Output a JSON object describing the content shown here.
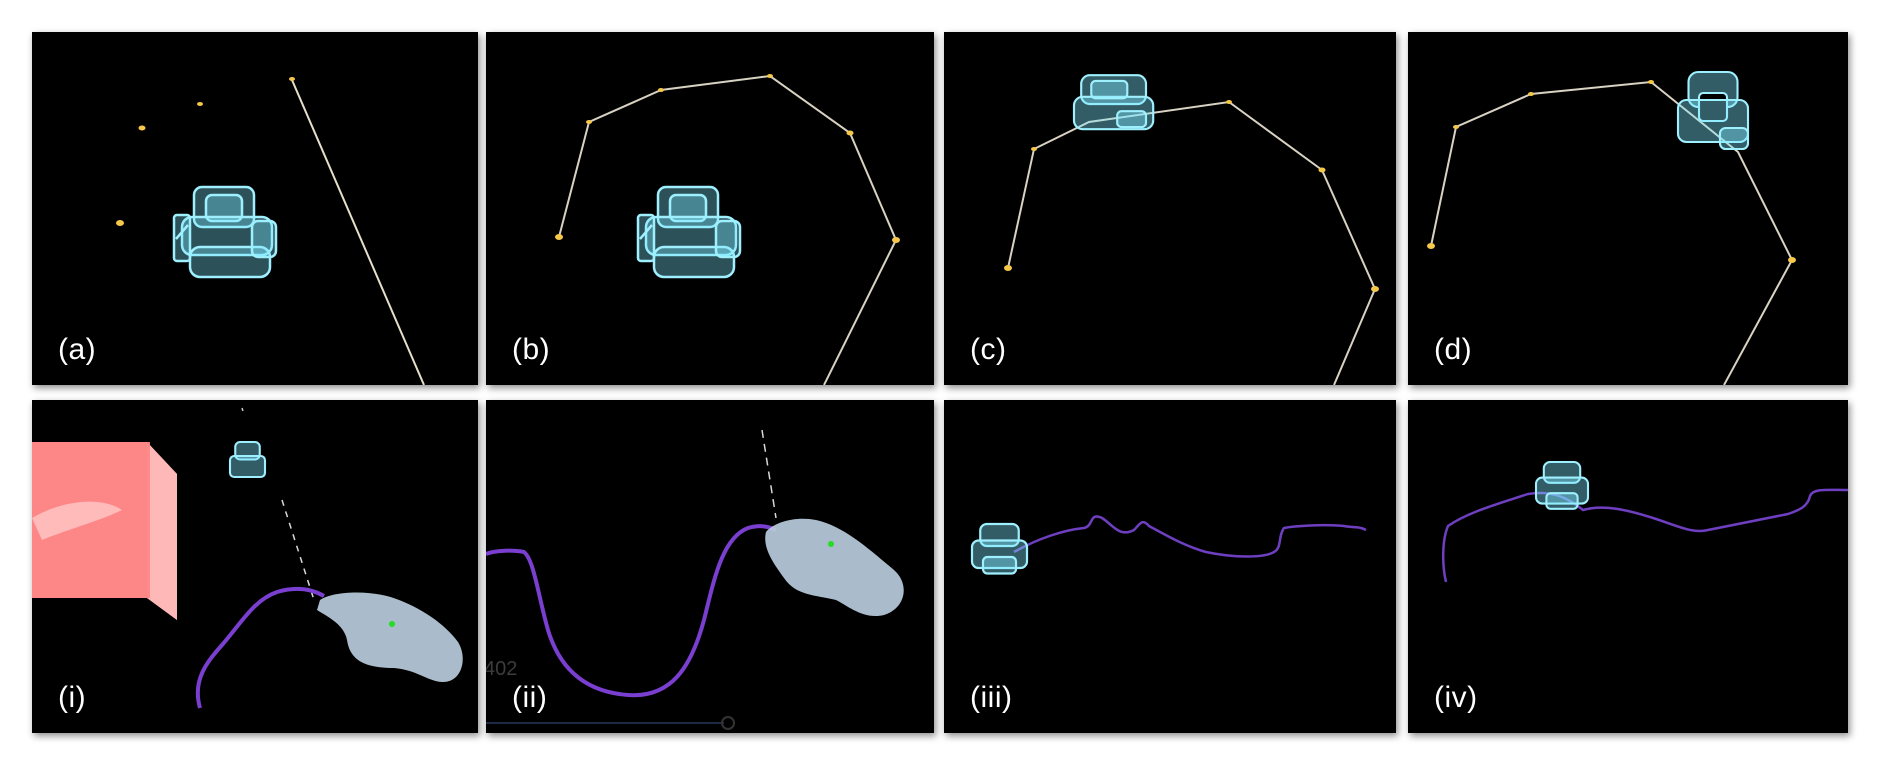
{
  "panels": [
    {
      "label": "(a)"
    },
    {
      "label": "(b)"
    },
    {
      "label": "(c)"
    },
    {
      "label": "(d)"
    },
    {
      "label": "(i)"
    },
    {
      "label": "(ii)",
      "overlay_number": "402"
    },
    {
      "label": "(iii)"
    },
    {
      "label": "(iv)"
    }
  ],
  "colors": {
    "background": "#000000",
    "robot": "#7fe8ff",
    "waypoint": "#f5c84a",
    "path_line": "#d8d2c2",
    "drawn_path": "#7a3fd0",
    "hand": "#b9ccdc",
    "fingertip": "#22dd22",
    "block": "#ff8a8a"
  }
}
